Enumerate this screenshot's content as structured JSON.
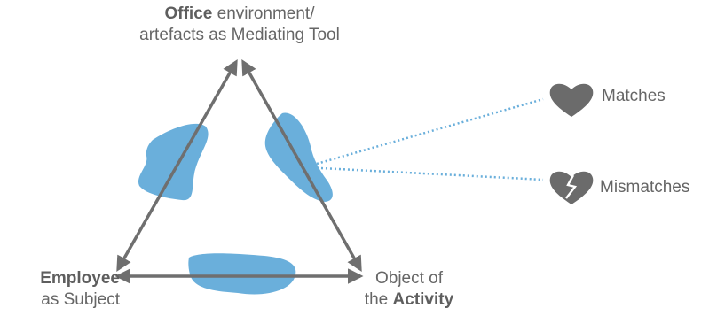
{
  "nodes": {
    "top": {
      "line1_bold": "Office",
      "line1_rest": " environment/",
      "line2": "artefacts as Mediating Tool"
    },
    "left": {
      "line1_bold": "Employee",
      "line2": "as Subject"
    },
    "right": {
      "line1": "Object of",
      "line2_prefix": "the ",
      "line2_bold": "Activity"
    }
  },
  "legend": {
    "matches": {
      "label": "Matches",
      "icon": "heart-icon"
    },
    "mismatches": {
      "label": "Mismatches",
      "icon": "broken-heart-icon"
    }
  },
  "colors": {
    "arrow": "#6f6f6f",
    "blob": "#6aafdb",
    "dotted": "#6aafdb",
    "icon": "#6b6b6b",
    "text": "#666666"
  }
}
